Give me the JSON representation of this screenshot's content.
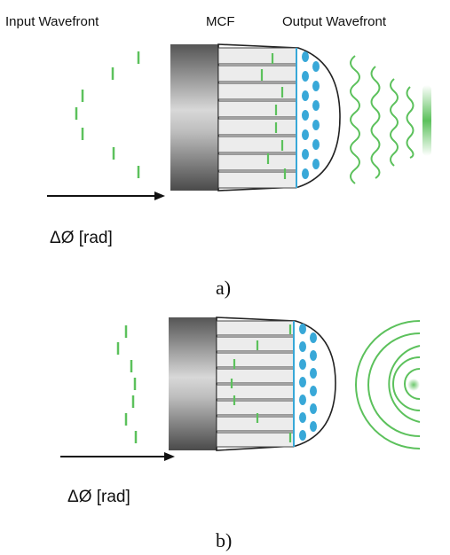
{
  "headers": {
    "input": "Input Wavefront",
    "mcf": "MCF",
    "output": "Output Wavefront"
  },
  "panels": [
    {
      "phase_label": "ΔØ [rad]",
      "caption": "a)"
    },
    {
      "phase_label": "ΔØ [rad]",
      "caption": "b)"
    }
  ],
  "colors": {
    "phase_dash": "#5cc15c",
    "core": "#38a8d8",
    "wave": "#5cc15c",
    "outline": "#222222"
  }
}
